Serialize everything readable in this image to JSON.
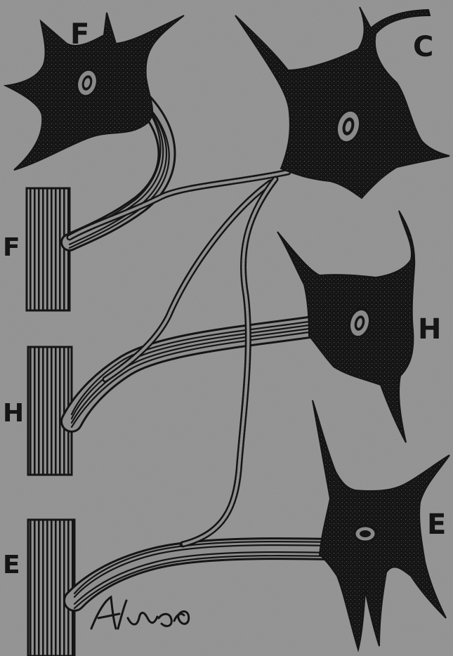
{
  "figure": {
    "labels": {
      "neuron_f": "F",
      "neuron_c": "C",
      "neuron_h": "H",
      "neuron_e": "E",
      "muscle_f": "F",
      "muscle_h": "H",
      "muscle_e": "E"
    },
    "signature": "Alvaro"
  },
  "colors": {
    "paper": "#8f8f8f",
    "ink": "#161616",
    "nucleus": "#8a8a8a"
  }
}
